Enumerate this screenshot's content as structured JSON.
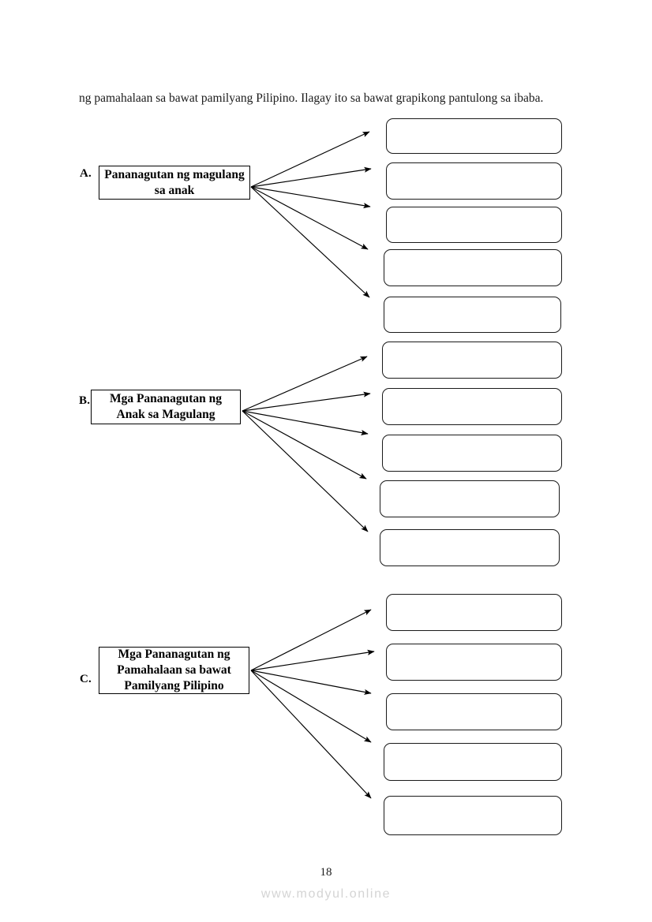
{
  "document": {
    "intro_text": "ng pamahalaan sa bawat pamilyang Pilipino. Ilagay ito sa bawat grapikong pantulong sa ibaba.",
    "page_number": "18",
    "watermark": "www.modyul.online"
  },
  "sections": [
    {
      "letter": "A.",
      "source_label": "Pananagutan ng magulang sa anak",
      "answer_boxes": [
        "",
        "",
        "",
        "",
        ""
      ]
    },
    {
      "letter": "B.",
      "source_label": "Mga Pananagutan ng Anak sa Magulang",
      "answer_boxes": [
        "",
        "",
        "",
        "",
        ""
      ]
    },
    {
      "letter": "C.",
      "source_label": "Mga Pananagutan ng Pamahalaan sa bawat Pamilyang Pilipino",
      "answer_boxes": [
        "",
        "",
        "",
        "",
        ""
      ]
    }
  ],
  "colors": {
    "ink": "#000000",
    "box_border": "#1a1a1a",
    "page_background": "#ffffff",
    "watermark": "#d4d4d4"
  }
}
